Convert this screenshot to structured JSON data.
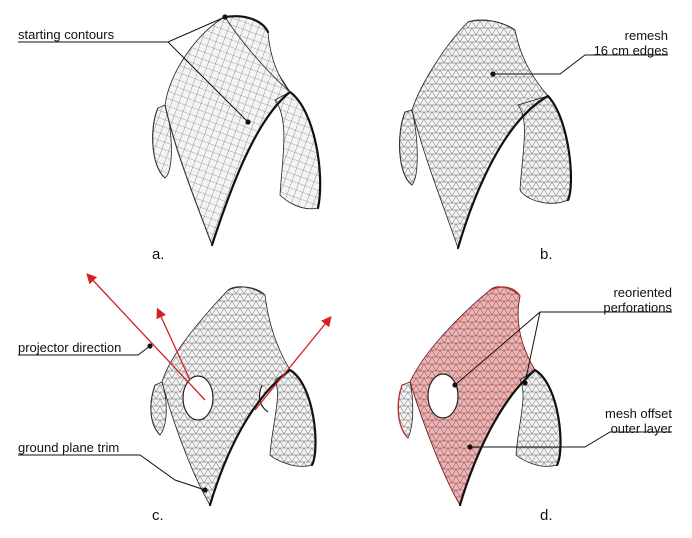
{
  "panels": {
    "a": {
      "letter": "a.",
      "callouts": [
        "starting contours"
      ]
    },
    "b": {
      "letter": "b.",
      "callouts": [
        "remesh",
        "16 cm edges"
      ]
    },
    "c": {
      "letter": "c.",
      "callouts": [
        "projector direction",
        "ground plane trim"
      ]
    },
    "d": {
      "letter": "d.",
      "callouts": [
        "reoriented",
        "perforations",
        "mesh offset",
        "outer layer"
      ]
    }
  },
  "colors": {
    "mesh_line": "#222222",
    "projector_ray": "#d42020",
    "offset_layer": "#c96b6b"
  }
}
